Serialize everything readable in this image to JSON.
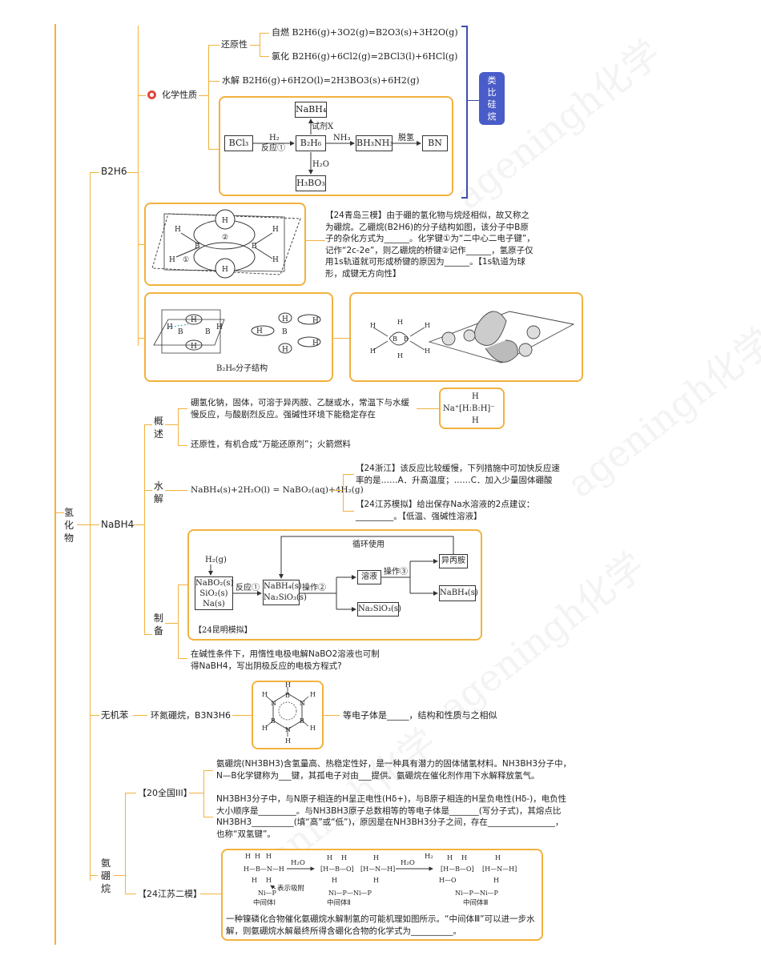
{
  "root": {
    "label": "氢化物"
  },
  "b2h6": {
    "label": "B2H6",
    "chem_title": "化学性质",
    "reducing": "还原性",
    "combustion": "自燃 B2H6(g)+3O2(g)=B2O3(s)+3H2O(g)",
    "chlorination": "氯化  B2H6(g)+6Cl2(g)=2BCl3(l)+6HCl(g)",
    "hydrolysis": "水解 B2H6(g)+6H2O(l)=2H3BO3(s)+6H2(g)",
    "analogy": "类比硅烷",
    "flow": {
      "bcl3": "BCl₃",
      "h2": "H₂",
      "react1": "反应①",
      "b2h6": "B₂H₆",
      "nabh4": "NaBH₄",
      "reagent_x": "试剂X",
      "nh3": "NH₃",
      "bh3nh3": "BH₃NH₃",
      "dehydro": "脱氢",
      "bn": "BN",
      "h2o": "H₂O",
      "h3bo3": "H₃BO₃"
    },
    "question": "【24青岛三模】由于硼的氢化物与烷烃相似，故又称之为硼烷。乙硼烷(B2H6)的分子结构如图，该分子中B原子的杂化方式为______。化学键①为“二中心二电子键”，记作“2c-2e”，则乙硼烷的桥键②记作______，氢原子仅用1s轨道就可形成桥键的原因为______。【1s轨道为球形，成键无方向性】",
    "struct_caption": "B₂H₆分子结构"
  },
  "nabh4": {
    "label": "NaBH4",
    "overview_label": "概述",
    "overview_text": "硼氢化钠，固体，可溶于异丙胺、乙醚或水，常温下与水缓慢反应，与酸剧烈反应。强碱性环境下能稳定存在",
    "overview_text2": "还原性，有机合成“万能还原剂”；火箭燃料",
    "lewis": "Na⁺[H:B:H]⁻",
    "hydrolysis_label": "水解",
    "hydrolysis_eq": "NaBH₄(s)+2H₂O(l) = NaBO₂(aq)+4H₂(g)",
    "q_zhejiang": "【24浙江】该反应比较缓慢，下列措施中可加快反应速率的是……A．升高温度；……C．加入少量固体硼酸",
    "q_jiangsu": "【24江苏模拟】给出保存Na水溶液的2点建议：_________。【低温、强碱性溶液】",
    "prep_label": "制备",
    "prep": {
      "recycle": "循环使用",
      "h2g": "H₂(g)",
      "reactants": [
        "NaBO₂(s)",
        "SiO₂(s)",
        "Na(s)"
      ],
      "react1": "反应①",
      "mid": [
        "NaBH₄(s)",
        "Na₂SiO₃(s)"
      ],
      "op2": "操作②",
      "solution": "溶液",
      "op3": "操作③",
      "ipa": "异丙胺",
      "product": "NaBH₄(s)",
      "na2sio3": "Na₂SiO₃(s)",
      "source": "【24昆明模拟】"
    },
    "electro": "在碱性条件下，用惰性电极电解NaBO2溶液也可制得NaBH4，写出阴极反应的电极方程式?"
  },
  "borazine": {
    "label": "无机苯",
    "desc": "环氮硼烷，B3N3H6",
    "iso": "等电子体是_____，结构和性质与之相似"
  },
  "ammonia_borane": {
    "label": "氨硼烷",
    "src1": "【20全国III】",
    "p1": "氨硼烷(NH3BH3)含氢量高、热稳定性好，是一种具有潜力的固体储氢材料。NH3BH3分子中，N—B化学键称为___键，其孤电子对由___提供。氨硼烷在催化剂作用下水解释放氢气。",
    "p2": "NH3BH3分子中，与N原子相连的H呈正电性(Hδ+)，与B原子相连的H呈负电性(Hδ-)，电负性大小顺序是_________。与NH3BH3原子总数相等的等电子体是_______(写分子式)，其熔点比NH3BH3__________(填“高”或“低”)，原因是在NH3BH3分子之间，存在________________，也称“双氢键”。",
    "src2": "【24江苏二模】",
    "mech": {
      "h2o1": "H₂O",
      "h2o2": "H₂O",
      "h2": "H₂",
      "adsorb": "表示吸附",
      "i1": "中间体Ⅰ",
      "i2": "中间体Ⅱ",
      "i3": "中间体Ⅲ"
    },
    "p3": "一种镍磷化合物催化氨硼烷水解制氢的可能机理如图所示。“中间体Ⅲ”可以进一步水解，则氨硼烷水解最终所得含硼化合物的化学式为__________。"
  },
  "watermark": "ageningh化学",
  "colors": {
    "branch": "#f2b23e",
    "bracket": "#3b4fb0",
    "badge": "#4a5cc8",
    "icon": "#e0483e"
  }
}
